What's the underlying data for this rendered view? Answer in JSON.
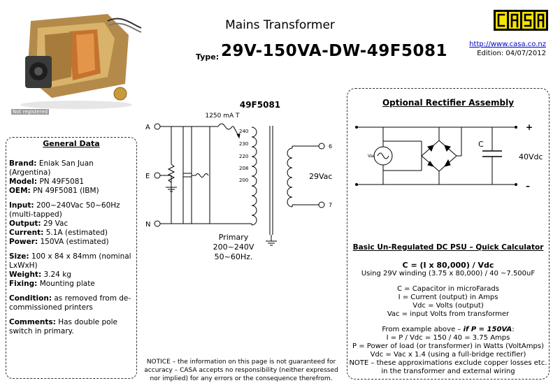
{
  "header": {
    "title": "Mains Transformer",
    "type_label": "Type:",
    "type_value": "29V-150VA-DW-49F5081",
    "logo_text": "CASA",
    "url": "http://www.casa.co.nz",
    "edition": "Edition: 04/07/2012"
  },
  "photo": {
    "watermark": "Not registered"
  },
  "general": {
    "title": "General Data",
    "brand_label": "Brand:",
    "brand": "Eniak San Juan (Argentina)",
    "model_label": "Model:",
    "model": "PN 49F5081",
    "oem_label": "OEM:",
    "oem": "PN 49F5081 (IBM)",
    "input_label": "Input:",
    "input": "200~240Vac 50~60Hz (multi-tapped)",
    "output_label": "Output:",
    "output": "29 Vac",
    "current_label": "Current:",
    "current": "5.1A (estimated)",
    "power_label": "Power:",
    "power": "150VA (estimated)",
    "size_label": "Size:",
    "size": "100 x 84 x 84mm (nominal LxWxH)",
    "weight_label": "Weight:",
    "weight": "3.24 kg",
    "fixing_label": "Fixing:",
    "fixing": "Mounting plate",
    "condition_label": "Condition:",
    "condition": "as removed from de-commissioned printers",
    "comments_label": "Comments:",
    "comments": "Has double pole switch in primary."
  },
  "schematic": {
    "part_no": "49F5081",
    "fuse": "1250 mA T",
    "terminal_a": "A",
    "terminal_e": "E",
    "terminal_n": "N",
    "taps": [
      "240",
      "230",
      "220",
      "208",
      "200"
    ],
    "sec_top": "6",
    "sec_bottom": "7",
    "sec_voltage": "29Vac",
    "primary_label": "Primary",
    "primary_v": "200~240V",
    "primary_f": "50~60Hz."
  },
  "notice": "NOTICE – the information on this page is not guaranteed for accuracy – CASA accepts no responsibility (neither expressed nor implied) for any errors or the consequence therefrom.",
  "rectifier": {
    "title": "Optional Rectifier Assembly",
    "vac": "Vac",
    "cap": "C",
    "plus": "+",
    "minus": "–",
    "vdc": "40Vdc"
  },
  "calculator": {
    "title": "Basic Un-Regulated DC PSU – Quick Calculator",
    "formula": "C = (I x 80,000) / Vdc",
    "example1": "Using 29V winding (3.75 x 80,000) / 40 ~7.500uF",
    "def_c": "C = Capacitor in microFarads",
    "def_i": "I = Current (output) in Amps",
    "def_vdc": "Vdc = Volts (output)",
    "def_vac": "Vac = input Volts from transformer",
    "from_example": "From example above – ",
    "if_p": "if P = 150VA",
    "colon": ":",
    "line_i": "I = P / Vdc = 150 / 40 = 3.75 Amps",
    "line_p": "P = Power of load (or transformer) in Watts (VoltAmps)",
    "line_vdc": "Vdc = Vac x 1.4 (using a full-bridge rectifier)",
    "note1": "NOTE – these approximations exclude copper losses etc.",
    "note2": "in the transformer and external wiring"
  },
  "colors": {
    "logo_bg": "#f5e400",
    "link": "#0000cc"
  }
}
